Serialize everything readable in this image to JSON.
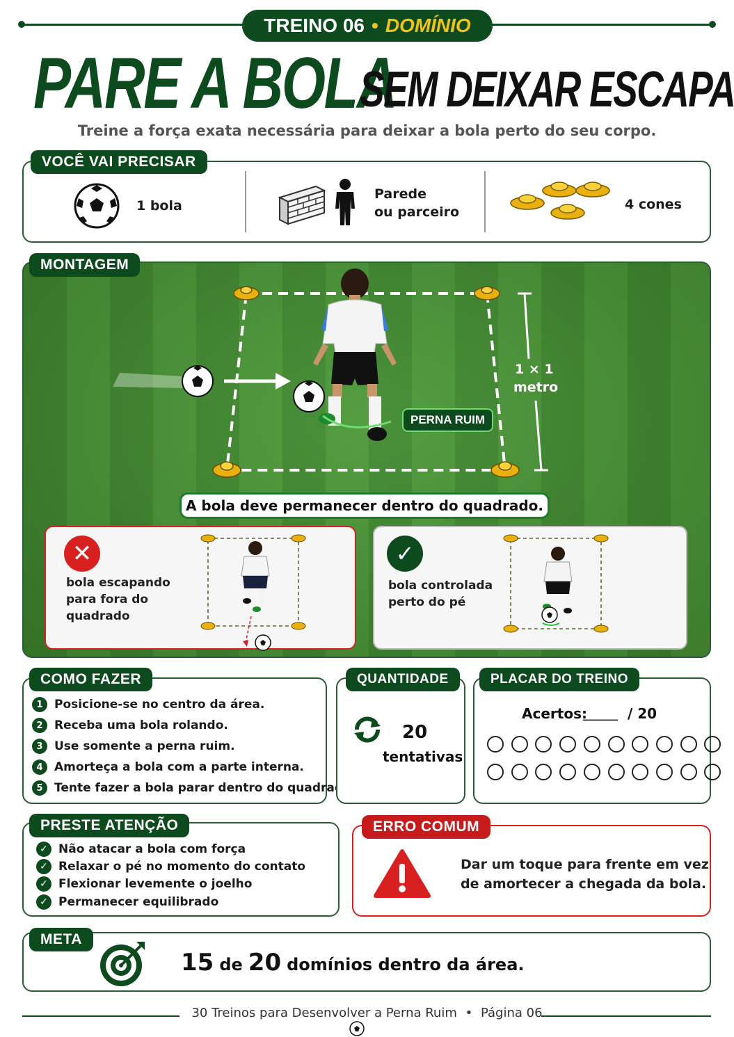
{
  "header": {
    "badge_number": "TREINO 06",
    "badge_separator": "•",
    "badge_topic": "DOMÍNIO",
    "title_main": "PARE A BOLA",
    "title_secondary": "SEM DEIXAR ESCAPAR",
    "subtitle": "Treine a força exata necessária para deixar a bola perto do seu corpo."
  },
  "equipment": {
    "tab": "VOCÊ VAI PRECISAR",
    "items": [
      {
        "icon": "soccer-ball-icon",
        "label": "1 bola"
      },
      {
        "icon": "wall-and-person-icon",
        "label_line1": "Parede",
        "label_line2": "ou parceiro"
      },
      {
        "icon": "cones-icon",
        "label": "4 cones"
      }
    ]
  },
  "setup": {
    "tab": "MONTAGEM",
    "dimension_line1": "1 × 1",
    "dimension_line2": "metro",
    "weak_leg_label": "PERNA RUIM",
    "caption": "A bola deve permanecer dentro do quadrado.",
    "wrong": {
      "line1": "bola escapando",
      "line2": "para fora do",
      "line3": "quadrado"
    },
    "right": {
      "line1": "bola controlada",
      "line2": "perto do pé"
    }
  },
  "how_to": {
    "tab": "COMO FAZER",
    "steps": [
      {
        "n": "1",
        "text": "Posicione-se no centro da área."
      },
      {
        "n": "2",
        "text": "Receba uma bola rolando."
      },
      {
        "n": "3",
        "text": "Use somente a perna ruim."
      },
      {
        "n": "4",
        "text": "Amorteça a bola com a parte interna."
      },
      {
        "n": "5",
        "text": "Tente fazer a bola parar dentro do quadrado."
      }
    ]
  },
  "quantity": {
    "tab": "QUANTIDADE",
    "number": "20",
    "unit": "tentativas"
  },
  "scoreboard": {
    "tab": "PLACAR DO TREINO",
    "label": "Acertos:",
    "blank": "_____",
    "total": "/ 20",
    "circles": 20
  },
  "attention": {
    "tab": "PRESTE ATENÇÃO",
    "items": [
      "Não atacar a bola com força",
      "Relaxar o pé no momento do contato",
      "Flexionar levemente o joelho",
      "Permanecer equilibrado"
    ]
  },
  "common_error": {
    "tab": "ERRO COMUM",
    "line1": "Dar um toque para frente em vez",
    "line2": "de amortecer a chegada da bola."
  },
  "goal": {
    "tab": "META",
    "n1": "15",
    "de": "de",
    "n2": "20",
    "rest": "domínios dentro da área."
  },
  "footer": {
    "book": "30 Treinos para Desenvolver a Perna Ruim",
    "sep": "•",
    "page": "Página 06"
  },
  "colors": {
    "dark_green": "#0d4a1e",
    "accent_yellow": "#f2c21b",
    "error_red": "#d92020",
    "grass": "#4a9836"
  }
}
